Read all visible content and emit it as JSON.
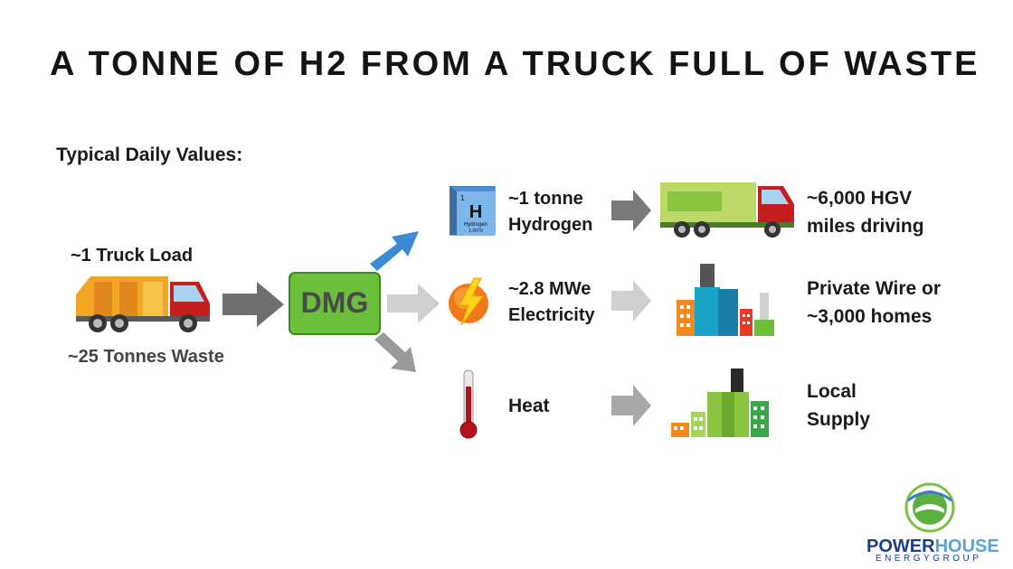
{
  "title": "A TONNE OF H2 FROM A TRUCK FULL OF WASTE",
  "subtitle": "Typical Daily Values:",
  "input": {
    "top_label": "~1 Truck Load",
    "bottom_label": "~25 Tonnes Waste"
  },
  "processor": {
    "label": "DMG",
    "color": "#6bbf3a"
  },
  "outputs": [
    {
      "label_line1": "~1 tonne",
      "label_line2": "Hydrogen",
      "result_line1": "~6,000 HGV",
      "result_line2": "miles driving"
    },
    {
      "label_line1": "~2.8 MWe",
      "label_line2": "Electricity",
      "result_line1": "Private Wire or",
      "result_line2": "~3,000 homes"
    },
    {
      "label_line1": "Heat",
      "result_line1": "Local",
      "result_line2": "Supply"
    }
  ],
  "hydrogen_tile": {
    "number": "1",
    "symbol": "H",
    "name": "Hydrogen",
    "mass": "1.0079"
  },
  "logo": {
    "text_dark": "POWER",
    "text_light": "HOUSE",
    "sub": "ENERGYGROUP"
  },
  "colors": {
    "arrow_dark": "#6f6f6f",
    "arrow_light": "#cfcfcf",
    "arrow_blue": "#3b8ad2",
    "truck_red": "#c41e1e"
  }
}
